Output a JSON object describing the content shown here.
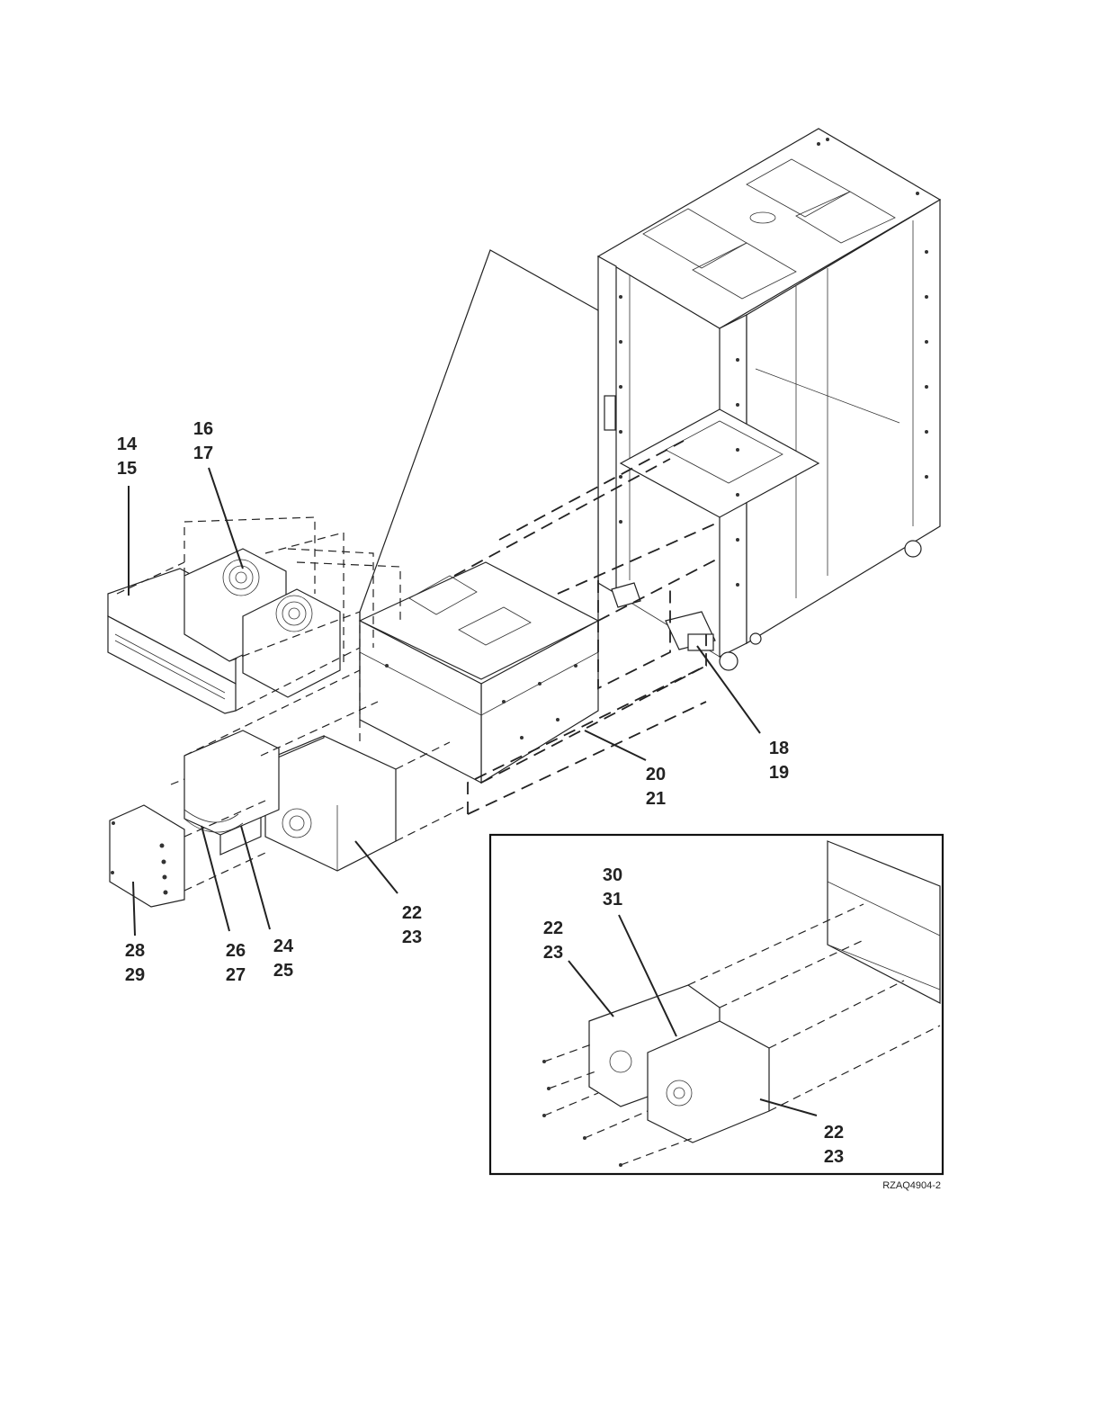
{
  "figure_id": "RZAQ4904-2",
  "callouts": {
    "c14": [
      "14",
      "15"
    ],
    "c16": [
      "16",
      "17"
    ],
    "c18": [
      "18",
      "19"
    ],
    "c20": [
      "20",
      "21"
    ],
    "c22": [
      "22",
      "23"
    ],
    "c24": [
      "24",
      "25"
    ],
    "c26": [
      "26",
      "27"
    ],
    "c28": [
      "28",
      "29"
    ],
    "inset_c30": [
      "30",
      "31"
    ],
    "inset_c22a": [
      "22",
      "23"
    ],
    "inset_c22b": [
      "22",
      "23"
    ]
  }
}
